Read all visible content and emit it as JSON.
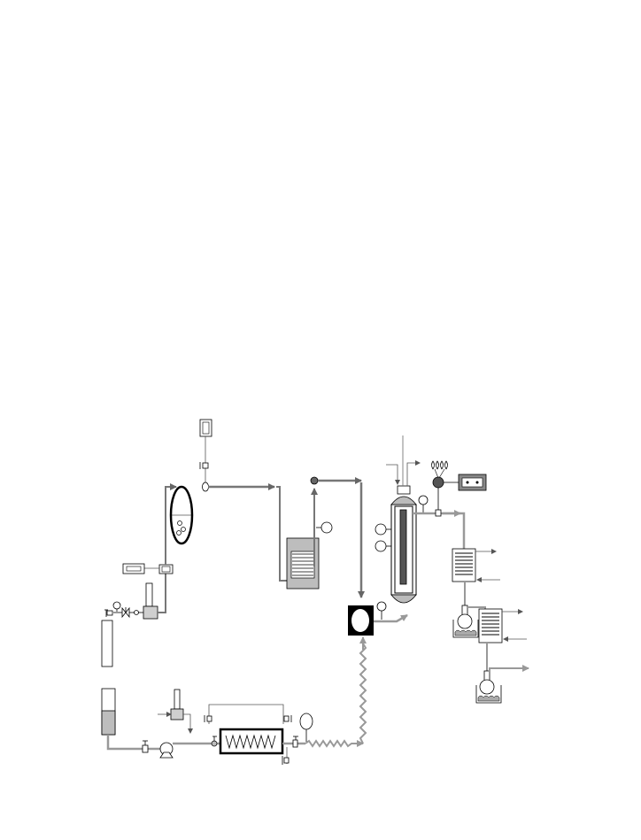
{
  "figure": {
    "type": "process-flow-schematic",
    "text_labels": [],
    "colors": {
      "background": "#ffffff",
      "gas_line": "#777777",
      "outlet_line": "#9a9a9a",
      "thin_line": "#555555",
      "outline": "#000000",
      "fill_gray": "#bdbdbd",
      "fill_dark": "#666666"
    },
    "equipment": [
      {
        "id": "gas-cylinder",
        "icon": "gas-cylinder-icon"
      },
      {
        "id": "pressure-regulator",
        "icon": "regulator-icon"
      },
      {
        "id": "mass-flow-controller",
        "icon": "flow-controller-icon"
      },
      {
        "id": "flow-readout",
        "icon": "display-box-icon"
      },
      {
        "id": "mixing-vessel",
        "icon": "ellipse-vessel-icon"
      },
      {
        "id": "pressure-transducer",
        "icon": "gauge-box-icon"
      },
      {
        "id": "preheater-coil",
        "icon": "heating-coil-icon"
      },
      {
        "id": "liquid-reservoir",
        "icon": "reservoir-icon"
      },
      {
        "id": "liquid-pump",
        "icon": "pump-icon"
      },
      {
        "id": "evaporator-furnace",
        "icon": "zigzag-heater-icon"
      },
      {
        "id": "mixer-chamber",
        "icon": "mixer-icon"
      },
      {
        "id": "tubular-reactor",
        "icon": "reactor-column-icon"
      },
      {
        "id": "thermocouple-bundle",
        "icon": "thermocouple-icon"
      },
      {
        "id": "temperature-display",
        "icon": "display-box-icon"
      },
      {
        "id": "condenser-1",
        "icon": "condenser-coil-icon"
      },
      {
        "id": "condenser-2",
        "icon": "condenser-coil-icon"
      },
      {
        "id": "collection-flask-1",
        "icon": "flask-in-bath-icon"
      },
      {
        "id": "collection-flask-2",
        "icon": "flask-in-bath-icon"
      }
    ]
  }
}
